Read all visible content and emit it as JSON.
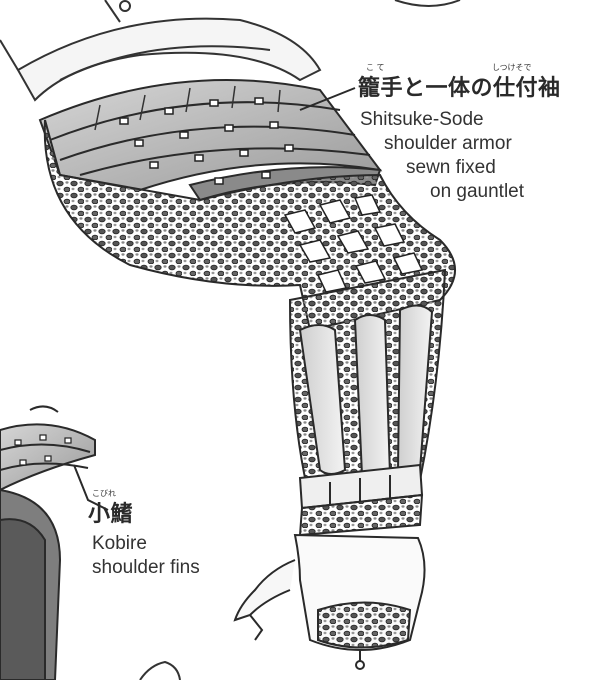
{
  "labels": {
    "sode": {
      "ruby_kote": "こ て",
      "ruby_shitsukesode": "しつけそで",
      "japanese": "籠手と一体の仕付袖",
      "english_line1": "Shitsuke-Sode",
      "english_line2": "shoulder armor",
      "english_line3": "sewn fixed",
      "english_line4": "on gauntlet"
    },
    "kobire": {
      "ruby": "こびれ",
      "japanese": "小鰭",
      "english_line1": "Kobire",
      "english_line2": "shoulder fins"
    }
  },
  "colors": {
    "ink": "#2a2a2a",
    "plate_gray": "#b9b9b9",
    "dark_gray": "#6e6e6e",
    "paper": "#ffffff"
  }
}
